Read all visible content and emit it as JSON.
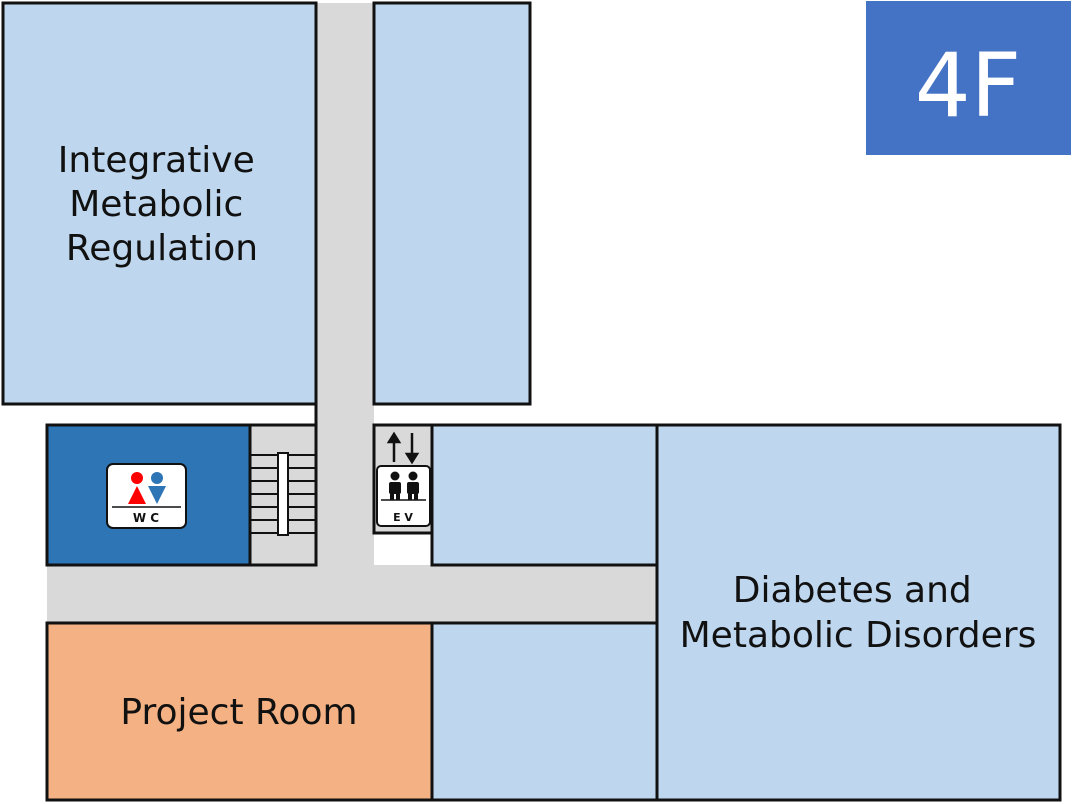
{
  "floor": {
    "label": "4F"
  },
  "rooms": {
    "integrative": {
      "lines": [
        "Integrative",
        "Metabolic",
        "Regulation"
      ]
    },
    "diabetes": {
      "lines": [
        "Diabetes and",
        "Metabolic Disorders"
      ]
    },
    "project": {
      "label": "Project Room"
    }
  },
  "signs": {
    "wc": {
      "label": "W C"
    },
    "ev": {
      "label": "E V"
    }
  },
  "colors": {
    "lab": "#bed7ee",
    "corridor": "#d9d9d9",
    "wc_room": "#2e75b6",
    "project_room": "#f4b183",
    "floor_badge": "#4472c4",
    "male": "#2e75b6",
    "female": "#ff0000"
  },
  "icons": [
    "wc-sign-icon",
    "stairs-icon",
    "elevator-sign-icon",
    "up-arrow-icon",
    "down-arrow-icon"
  ]
}
